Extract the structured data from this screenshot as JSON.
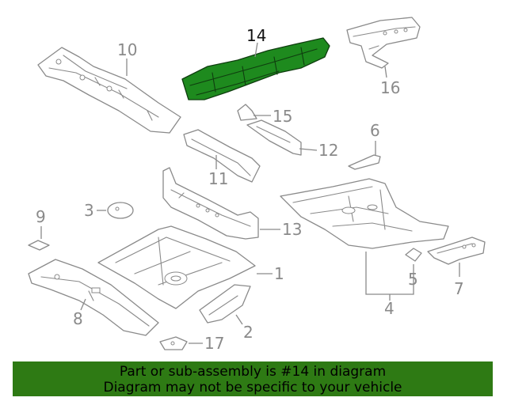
{
  "diagram": {
    "highlighted_part": "14",
    "highlight_color": "#1e8a1e",
    "line_color": "#8a8a8a",
    "callouts": [
      "1",
      "2",
      "3",
      "4",
      "5",
      "6",
      "7",
      "8",
      "9",
      "10",
      "11",
      "12",
      "13",
      "14",
      "15",
      "16",
      "17"
    ]
  },
  "banner": {
    "line1": "Part or sub-assembly is #14 in diagram",
    "line2": "Diagram may not be specific to your vehicle",
    "background": "#2e7a14"
  }
}
